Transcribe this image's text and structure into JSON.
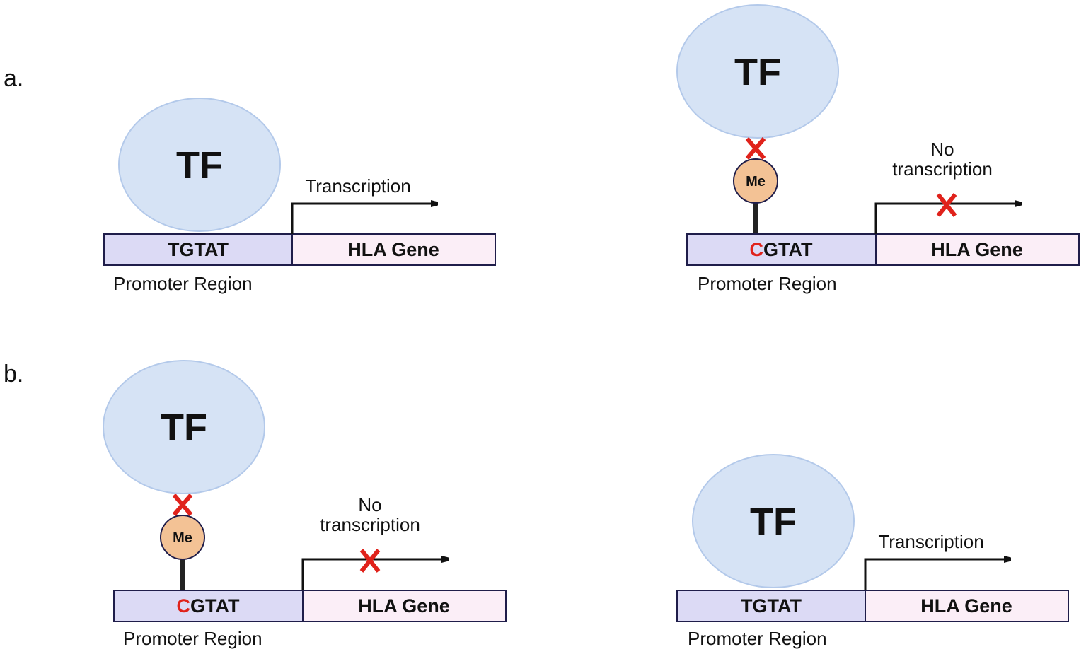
{
  "panels": [
    {
      "label": "a.",
      "diagrams": [
        {
          "state": "unmethylated",
          "tf_label": "TF",
          "promoter_sequence_first": "",
          "promoter_sequence_rest": "TGTAT",
          "gene_label": "HLA Gene",
          "promoter_caption": "Promoter Region",
          "transcription_label_line1": "",
          "transcription_label_line2": "Transcription",
          "blocked": false
        },
        {
          "state": "methylated",
          "tf_label": "TF",
          "methyl_label": "Me",
          "block_mark": "X",
          "promoter_sequence_first": "C",
          "promoter_sequence_rest": "GTAT",
          "gene_label": "HLA Gene",
          "promoter_caption": "Promoter Region",
          "transcription_label_line1": "No",
          "transcription_label_line2": "transcription",
          "blocked": true
        }
      ]
    },
    {
      "label": "b.",
      "diagrams": [
        {
          "state": "methylated",
          "tf_label": "TF",
          "methyl_label": "Me",
          "block_mark": "X",
          "promoter_sequence_first": "C",
          "promoter_sequence_rest": "GTAT",
          "gene_label": "HLA Gene",
          "promoter_caption": "Promoter Region",
          "transcription_label_line1": "No",
          "transcription_label_line2": "transcription",
          "blocked": true
        },
        {
          "state": "unmethylated",
          "tf_label": "TF",
          "promoter_sequence_first": "",
          "promoter_sequence_rest": "TGTAT",
          "gene_label": "HLA Gene",
          "promoter_caption": "Promoter Region",
          "transcription_label_line1": "",
          "transcription_label_line2": "Transcription",
          "blocked": false
        }
      ]
    }
  ],
  "colors": {
    "tf_fill": "#d6e3f5",
    "tf_stroke": "#b3c9ea",
    "promoter_fill": "#dcdaf5",
    "gene_fill": "#fbeef7",
    "box_stroke": "#1f1d4a",
    "methyl_fill": "#f3c295",
    "block_red": "#e0221b"
  }
}
